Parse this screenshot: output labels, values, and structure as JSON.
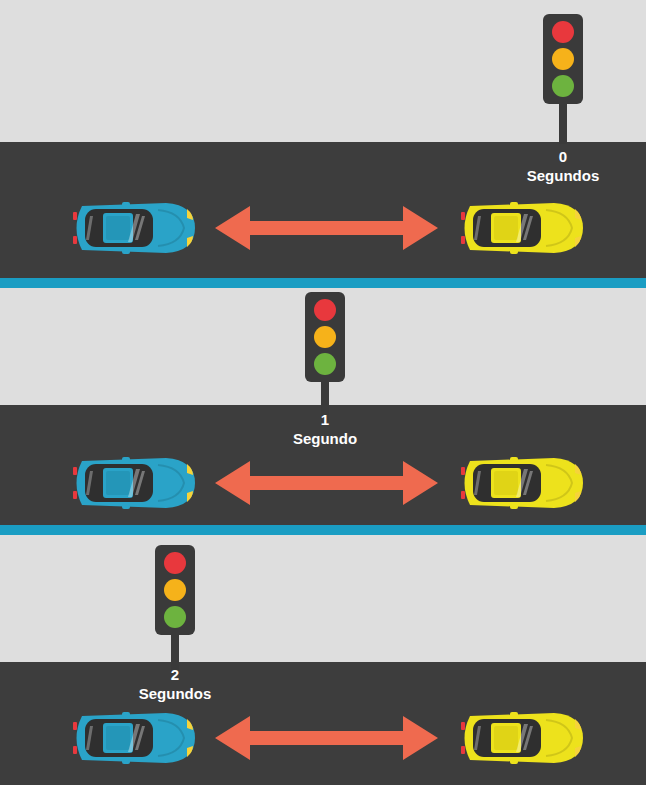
{
  "diagram": {
    "labels": [
      "0 Segundos",
      "1 Segundo",
      "2 Segundos"
    ]
  }
}
